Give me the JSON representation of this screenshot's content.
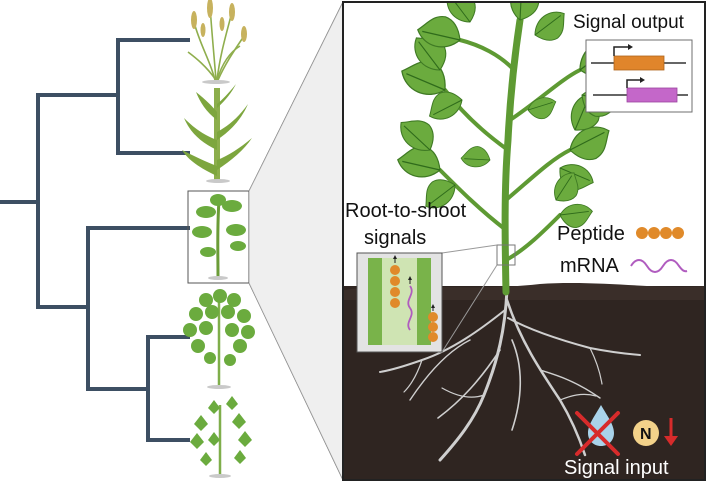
{
  "labels": {
    "signal_output": "Signal output",
    "root_to_shoot_line1": "Root-to-shoot",
    "root_to_shoot_line2": "signals",
    "peptide": "Peptide",
    "mrna": "mRNA",
    "signal_input": "Signal input",
    "nitrogen_symbol": "N"
  },
  "colors": {
    "tree_line": "#3d4f63",
    "soil": "#2f2521",
    "leaf": "#6bab3e",
    "leaf_dark": "#3f7a24",
    "peptide": "#e08a2a",
    "mrna": "#b05cbf",
    "gene_orange": "#e0852b",
    "gene_purple": "#c467c9",
    "arrow_red": "#d72b2b",
    "water_drop": "#a9d3ea",
    "nitrogen_badge": "#f3d28a"
  },
  "icons": {
    "tree": "phylogenetic-tree",
    "species": [
      "wheat-plant-icon",
      "maize-plant-icon",
      "tomato-plant-icon",
      "soybean-plant-icon",
      "cotton-plant-icon"
    ],
    "water_crossed": "water-drop-crossed-icon",
    "nitrogen_down": "nitrogen-decrease-icon"
  }
}
